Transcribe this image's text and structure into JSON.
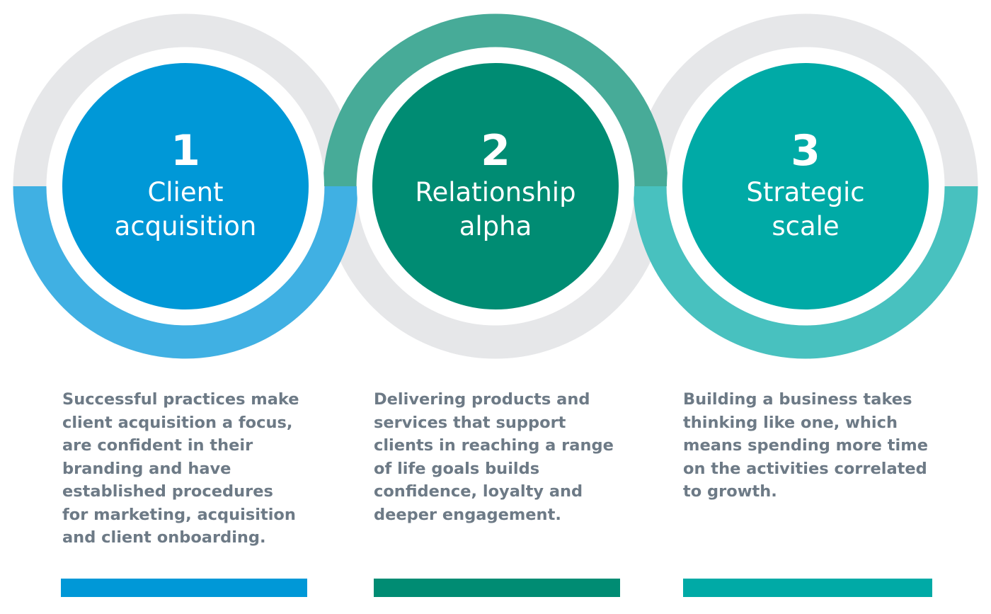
{
  "colors": {
    "ring_track": "#e6e7e9",
    "white": "#ffffff",
    "text": "#6d7a86"
  },
  "steps": [
    {
      "number": "1",
      "label_lines": [
        "Client",
        "acquisition"
      ],
      "fill_color": "#0098d7",
      "ring_color": "#2eaae2",
      "description": "Successful practices make client acquisition a focus, are confident in their branding and have established procedures for marketing, acquisition and client onboarding."
    },
    {
      "number": "2",
      "label_lines": [
        "Relationship",
        "alpha"
      ],
      "fill_color": "#008c73",
      "ring_color": "#35a48f",
      "description": "Delivering products and services that support clients in reaching a range of life goals builds confidence, loyalty and deeper engagement."
    },
    {
      "number": "3",
      "label_lines": [
        "Strategic",
        "scale"
      ],
      "fill_color": "#00aaa6",
      "ring_color": "#36bcba",
      "description": "Building a business takes thinking like one, which means spending more time on the activities correlated to growth."
    }
  ]
}
